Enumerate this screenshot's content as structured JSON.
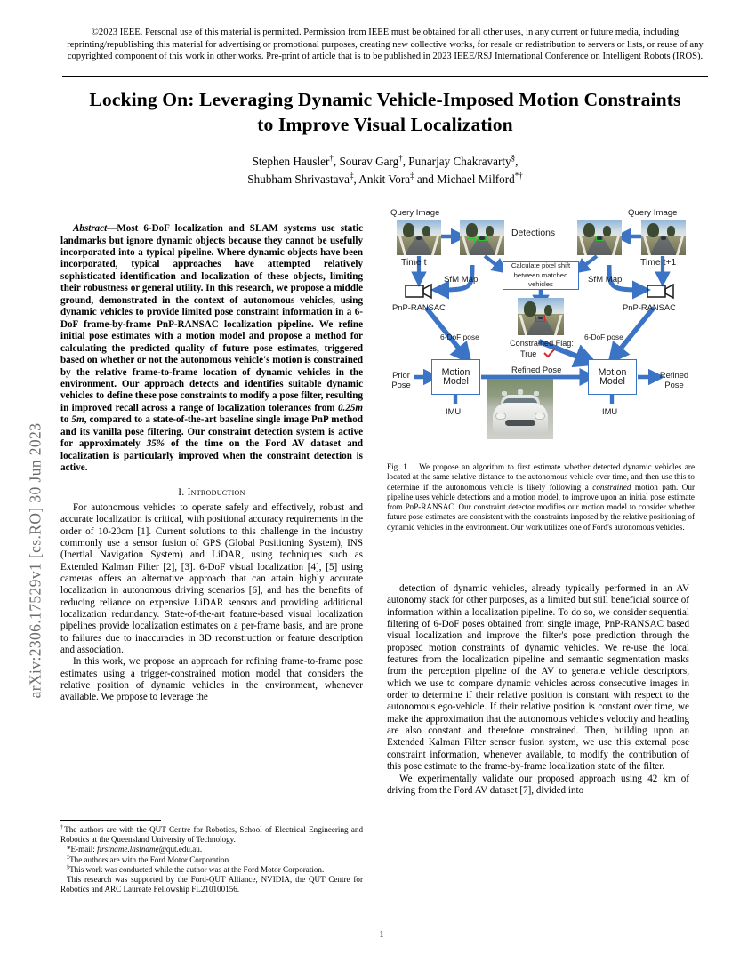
{
  "arxiv_stamp": "arXiv:2306.17529v1  [cs.RO]  30 Jun 2023",
  "copyright": "©2023 IEEE. Personal use of this material is permitted. Permission from IEEE must be obtained for all other uses, in any current or future media, including reprinting/republishing this material for advertising or promotional purposes, creating new collective works, for resale or redistribution to servers or lists, or reuse of any copyrighted component of this work in other works. Pre-print of article that is to be published in 2023 IEEE/RSJ International Conference on Intelligent Robots (IROS).",
  "title_line1": "Locking On: Leveraging Dynamic Vehicle-Imposed Motion Constraints",
  "title_line2": "to Improve Visual Localization",
  "authors": {
    "line1": "Stephen Hausler†, Sourav Garg†, Punarjay Chakravarty§,",
    "line2": "Shubham Shrivastava‡, Ankit Vora‡ and Michael Milford*†"
  },
  "abstract": {
    "label": "Abstract—",
    "text": "Most 6-DoF localization and SLAM systems use static landmarks but ignore dynamic objects because they cannot be usefully incorporated into a typical pipeline. Where dynamic objects have been incorporated, typical approaches have attempted relatively sophisticated identification and localization of these objects, limiting their robustness or general utility. In this research, we propose a middle ground, demonstrated in the context of autonomous vehicles, using dynamic vehicles to provide limited pose constraint information in a 6-DoF frame-by-frame PnP-RANSAC localization pipeline. We refine initial pose estimates with a motion model and propose a method for calculating the predicted quality of future pose estimates, triggered based on whether or not the autonomous vehicle's motion is constrained by the relative frame-to-frame location of dynamic vehicles in the environment. Our approach detects and identifies suitable dynamic vehicles to define these pose constraints to modify a pose filter, resulting in improved recall across a range of localization tolerances from 0.25m to 5m, compared to a state-of-the-art baseline single image PnP method and its vanilla pose filtering. Our constraint detection system is active for approximately 35% of the time on the Ford AV dataset and localization is particularly improved when the constraint detection is active."
  },
  "sections": {
    "introduction_heading": "I. Introduction",
    "intro_para1": "For autonomous vehicles to operate safely and effectively, robust and accurate localization is critical, with positional accuracy requirements in the order of 10-20cm [1]. Current solutions to this challenge in the industry commonly use a sensor fusion of GPS (Global Positioning System), INS (Inertial Navigation System) and LiDAR, using techniques such as Extended Kalman Filter [2], [3]. 6-DoF visual localization [4], [5] using cameras offers an alternative approach that can attain highly accurate localization in autonomous driving scenarios [6], and has the benefits of reducing reliance on expensive LiDAR sensors and providing additional localization redundancy. State-of-the-art feature-based visual localization pipelines provide localization estimates on a per-frame basis, and are prone to failures due to inaccuracies in 3D reconstruction or feature description and association.",
    "intro_para2": "In this work, we propose an approach for refining frame-to-frame pose estimates using a trigger-constrained motion model that considers the relative position of dynamic vehicles in the environment, whenever available. We propose to leverage the",
    "right_para1": "detection of dynamic vehicles, already typically performed in an AV autonomy stack for other purposes, as a limited but still beneficial source of information within a localization pipeline. To do so, we consider sequential filtering of 6-DoF poses obtained from single image, PnP-RANSAC based visual localization and improve the filter's pose prediction through the proposed motion constraints of dynamic vehicles. We re-use the local features from the localization pipeline and semantic segmentation masks from the perception pipeline of the AV to generate vehicle descriptors, which we use to compare dynamic vehicles across consecutive images in order to determine if their relative position is constant with respect to the autonomous ego-vehicle. If their relative position is constant over time, we make the approximation that the autonomous vehicle's velocity and heading are also constant and therefore constrained. Then, building upon an Extended Kalman Filter sensor fusion system, we use this external pose constraint information, whenever available, to modify the contribution of this pose estimate to the frame-by-frame localization state of the filter.",
    "right_para2": "We experimentally validate our proposed approach using 42 km of driving from the Ford AV dataset [7], divided into"
  },
  "figure": {
    "caption_label": "Fig. 1.",
    "caption_text": "We propose an algorithm to first estimate whether detected dynamic vehicles are located at the same relative distance to the autonomous vehicle over time, and then use this to determine if the autonomous vehicle is likely following a constrained motion path. Our pipeline uses vehicle detections and a motion model, to improve upon an initial pose estimate from PnP-RANSAC. Our constraint detector modifies our motion model to consider whether future pose estimates are consistent with the constraints imposed by the relative positioning of dynamic vehicles in the environment. Our work utilizes one of Ford's autonomous vehicles.",
    "caption_italic_word": "constrained",
    "accent_color": "#3b74c4",
    "labels": {
      "query_image_left": "Query Image",
      "query_image_right": "Query Image",
      "detections": "Detections",
      "time_t": "Time t",
      "time_t1": "Time t+1",
      "calc_box": "Calculate pixel shift between matched vehicles",
      "sfm_map_left": "SfM Map",
      "sfm_map_right": "SfM Map",
      "pnp_left": "PnP-RANSAC",
      "pnp_right": "PnP-RANSAC",
      "pose_left": "6-DoF pose",
      "pose_right": "6-DoF pose",
      "constrained_flag": "Constrained Flag:",
      "constrained_value": "True",
      "prior_pose": "Prior Pose",
      "motion_model_left": "Motion Model",
      "motion_model_right": "Motion Model",
      "refined_pose_mid": "Refined Pose",
      "refined_pose_right": "Refined Pose",
      "imu_left": "IMU",
      "imu_right": "IMU"
    }
  },
  "footnotes": {
    "f1": "†The authors are with the QUT Centre for Robotics, School of Electrical Engineering and Robotics at the Queensland University of Technology.",
    "f2_pre": "*E-mail: ",
    "f2_email": "firstname.lastname",
    "f2_post": "@qut.edu.au.",
    "f3": "‡The authors are with the Ford Motor Corporation.",
    "f4": "§This work was conducted while the author was at the Ford Motor Corporation.",
    "f5": "This research was supported by the Ford-QUT Alliance, NVIDIA, the QUT Centre for Robotics and ARC Laureate Fellowship FL210100156."
  },
  "page_number": "1"
}
